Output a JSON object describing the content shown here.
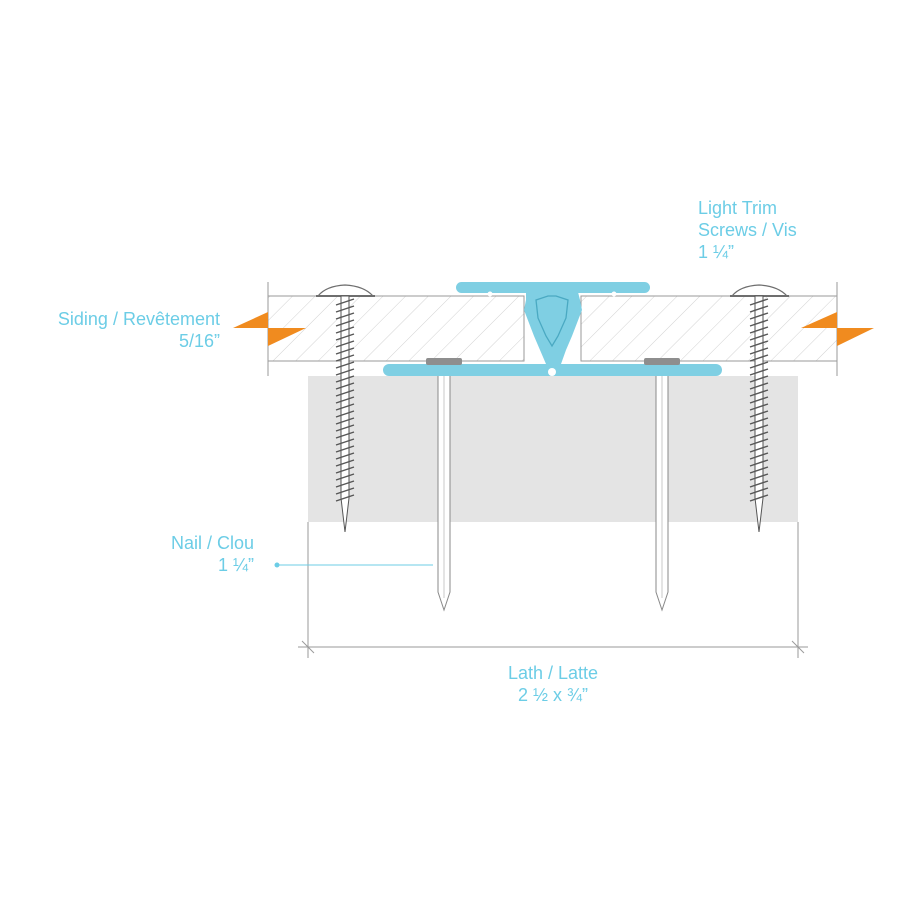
{
  "colors": {
    "label": "#6ccde6",
    "trim": "#7fcfe3",
    "arrow": "#f08b1f",
    "lath": "#e4e4e4",
    "line": "#9a9a9a"
  },
  "labels": {
    "screws": {
      "line1": "Light Trim",
      "line2": "Screws / Vis",
      "line3": "1 ¼”"
    },
    "siding": {
      "line1": "Siding / Revêtement",
      "line2": "5/16”"
    },
    "nail": {
      "line1": "Nail / Clou",
      "line2": "1 ¼”"
    },
    "lath": {
      "line1": "Lath / Latte",
      "line2": "2 ½ x ¾”"
    }
  },
  "icons": [
    "screw-icon",
    "nail-icon",
    "siding-arrow-icon"
  ]
}
